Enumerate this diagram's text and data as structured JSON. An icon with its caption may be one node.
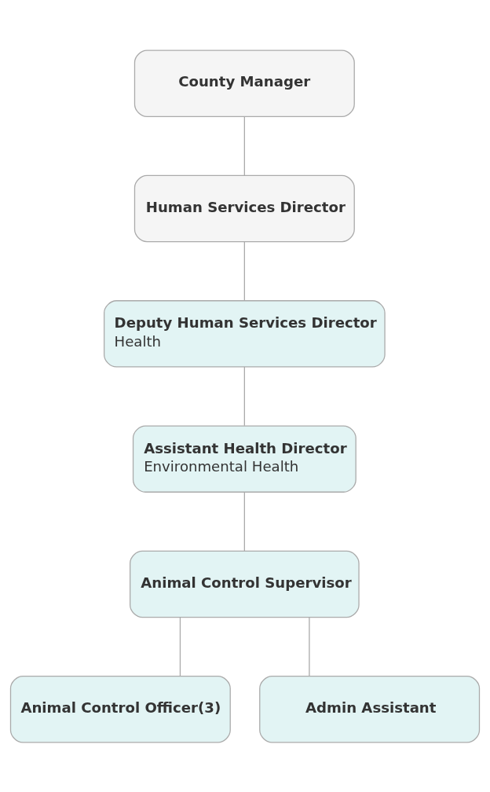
{
  "diagram": {
    "nodes": [
      {
        "text": [
          "County Manager"
        ]
      },
      {
        "text": [
          "Human Services Director"
        ]
      },
      {
        "text": [
          "Deputy Human Services Director",
          "Health"
        ]
      },
      {
        "text": [
          "Assistant Health Director",
          "Environmental Health"
        ]
      },
      {
        "text": [
          "Animal Control Supervisor"
        ]
      },
      {
        "text": [
          "Animal Control Officer(3)"
        ]
      },
      {
        "text": [
          "Admin Assistant"
        ]
      }
    ],
    "edges": [
      {
        "from": 0,
        "to": 1,
        "arrow": "none"
      },
      {
        "from": 1,
        "to": 2,
        "arrow": "none"
      },
      {
        "from": 2,
        "to": 3,
        "arrow": "none"
      },
      {
        "from": 3,
        "to": 4,
        "arrow": "none"
      },
      {
        "from": 4,
        "to": 5,
        "arrow": "none"
      },
      {
        "from": 4,
        "to": 6,
        "arrow": "none"
      }
    ]
  }
}
